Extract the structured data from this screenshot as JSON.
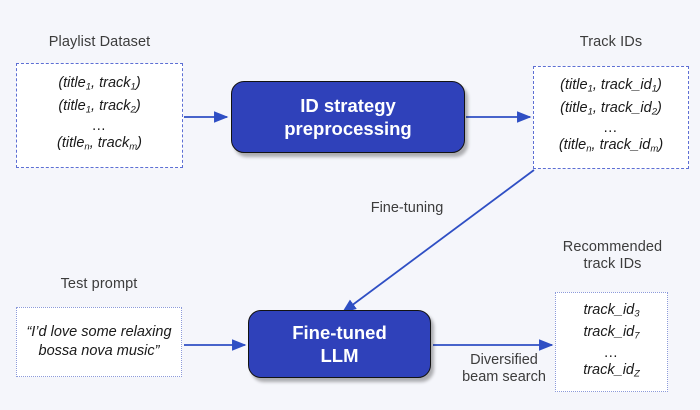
{
  "diagram": {
    "background_color": "#f5f6fb",
    "accent_color": "#2f41ba",
    "arrow_color": "#2f4fc4",
    "dashed_border_color": "#5d6fd4",
    "dotted_border_color": "#8c9ada"
  },
  "playlist_dataset": {
    "caption": "Playlist Dataset",
    "rows": [
      {
        "text": "(title",
        "sub1": "1",
        "mid": ", track",
        "sub2": "1",
        "end": ")"
      },
      {
        "text": "(title",
        "sub1": "1",
        "mid": ", track",
        "sub2": "2",
        "end": ")"
      },
      {
        "dots": "…"
      },
      {
        "text": "(title",
        "sub1": "n",
        "mid": ", track",
        "sub2": "m",
        "end": ")"
      }
    ]
  },
  "track_ids": {
    "caption": "Track IDs",
    "rows": [
      {
        "text": "(title",
        "sub1": "1",
        "mid": ", track_id",
        "sub2": "1",
        "end": ")"
      },
      {
        "text": "(title",
        "sub1": "1",
        "mid": ", track_id",
        "sub2": "2",
        "end": ")"
      },
      {
        "dots": "…"
      },
      {
        "text": "(title",
        "sub1": "n",
        "mid": ", track_id",
        "sub2": "m",
        "end": ")"
      }
    ]
  },
  "recommended_track_ids": {
    "caption": "Recommended\ntrack IDs",
    "rows": [
      {
        "text": "track_id",
        "sub2": "3"
      },
      {
        "text": "track_id",
        "sub2": "7"
      },
      {
        "dots": "…"
      },
      {
        "text": "track_id",
        "sub2": "Z"
      }
    ]
  },
  "test_prompt": {
    "caption": "Test prompt",
    "value": "“I’d love some relaxing bossa nova music”"
  },
  "process_preprocessing": {
    "label": "ID strategy\npreprocessing"
  },
  "process_llm": {
    "label": "Fine-tuned\nLLM"
  },
  "edges": {
    "fine_tuning": "Fine-tuning",
    "diversified_beam_search": "Diversified\nbeam search"
  }
}
